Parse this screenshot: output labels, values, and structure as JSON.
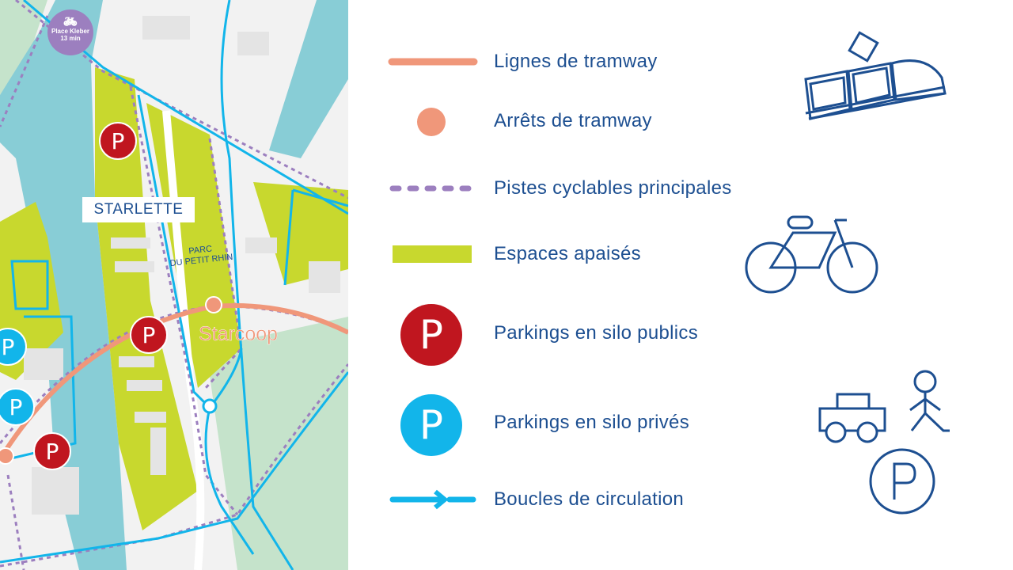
{
  "map": {
    "badge": {
      "title": "Place Kleber",
      "time": "13 min",
      "icon": "bicycle-icon"
    },
    "district_label": "STARLETTE",
    "park_label_line1": "PARC",
    "park_label_line2": "DU PETIT RHIN",
    "tram_stop_label": "Starcoop",
    "parking_letter": "P"
  },
  "legend": {
    "items": [
      {
        "label": "Lignes de tramway",
        "color": "#f0977a"
      },
      {
        "label": "Arrêts de tramway",
        "color": "#f0977a"
      },
      {
        "label": "Pistes cyclables principales",
        "color": "#9c7fbf"
      },
      {
        "label": "Espaces apaisés",
        "color": "#c8d82e"
      },
      {
        "label": "Parkings en silo publics",
        "color": "#c0161f"
      },
      {
        "label": "Parkings en silo privés",
        "color": "#12b5ea"
      },
      {
        "label": "Boucles de circulation",
        "color": "#12b5ea"
      }
    ]
  },
  "colors": {
    "text": "#1d4f91",
    "water": "#88cdd6",
    "green": "#c8d82e",
    "park": "#c5e3cb"
  }
}
